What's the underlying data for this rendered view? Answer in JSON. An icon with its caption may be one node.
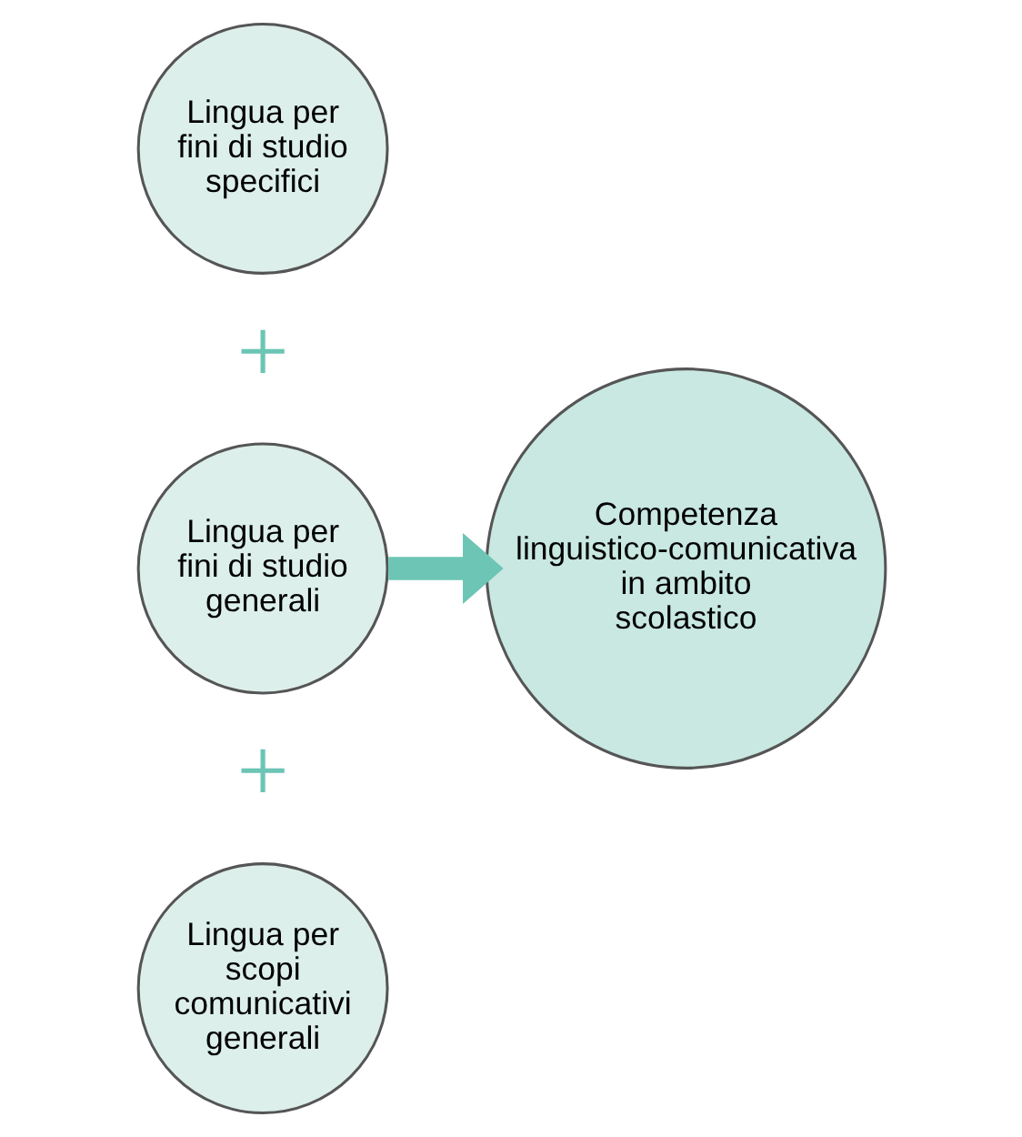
{
  "diagram": {
    "nodes": [
      {
        "text": [
          "Lingua per fini di studio specifici"
        ]
      },
      {
        "text": [
          "Lingua per fini di studio generali"
        ]
      },
      {
        "text": [
          "Lingua per scopi comunicativi generali"
        ]
      },
      {
        "text": [
          "Competenza linguistico-comunicativa in ambito scolastico"
        ]
      }
    ],
    "edges": [
      {
        "from": 1,
        "to": 3,
        "arrow": "to"
      }
    ],
    "labels": [
      "+",
      "+"
    ]
  }
}
